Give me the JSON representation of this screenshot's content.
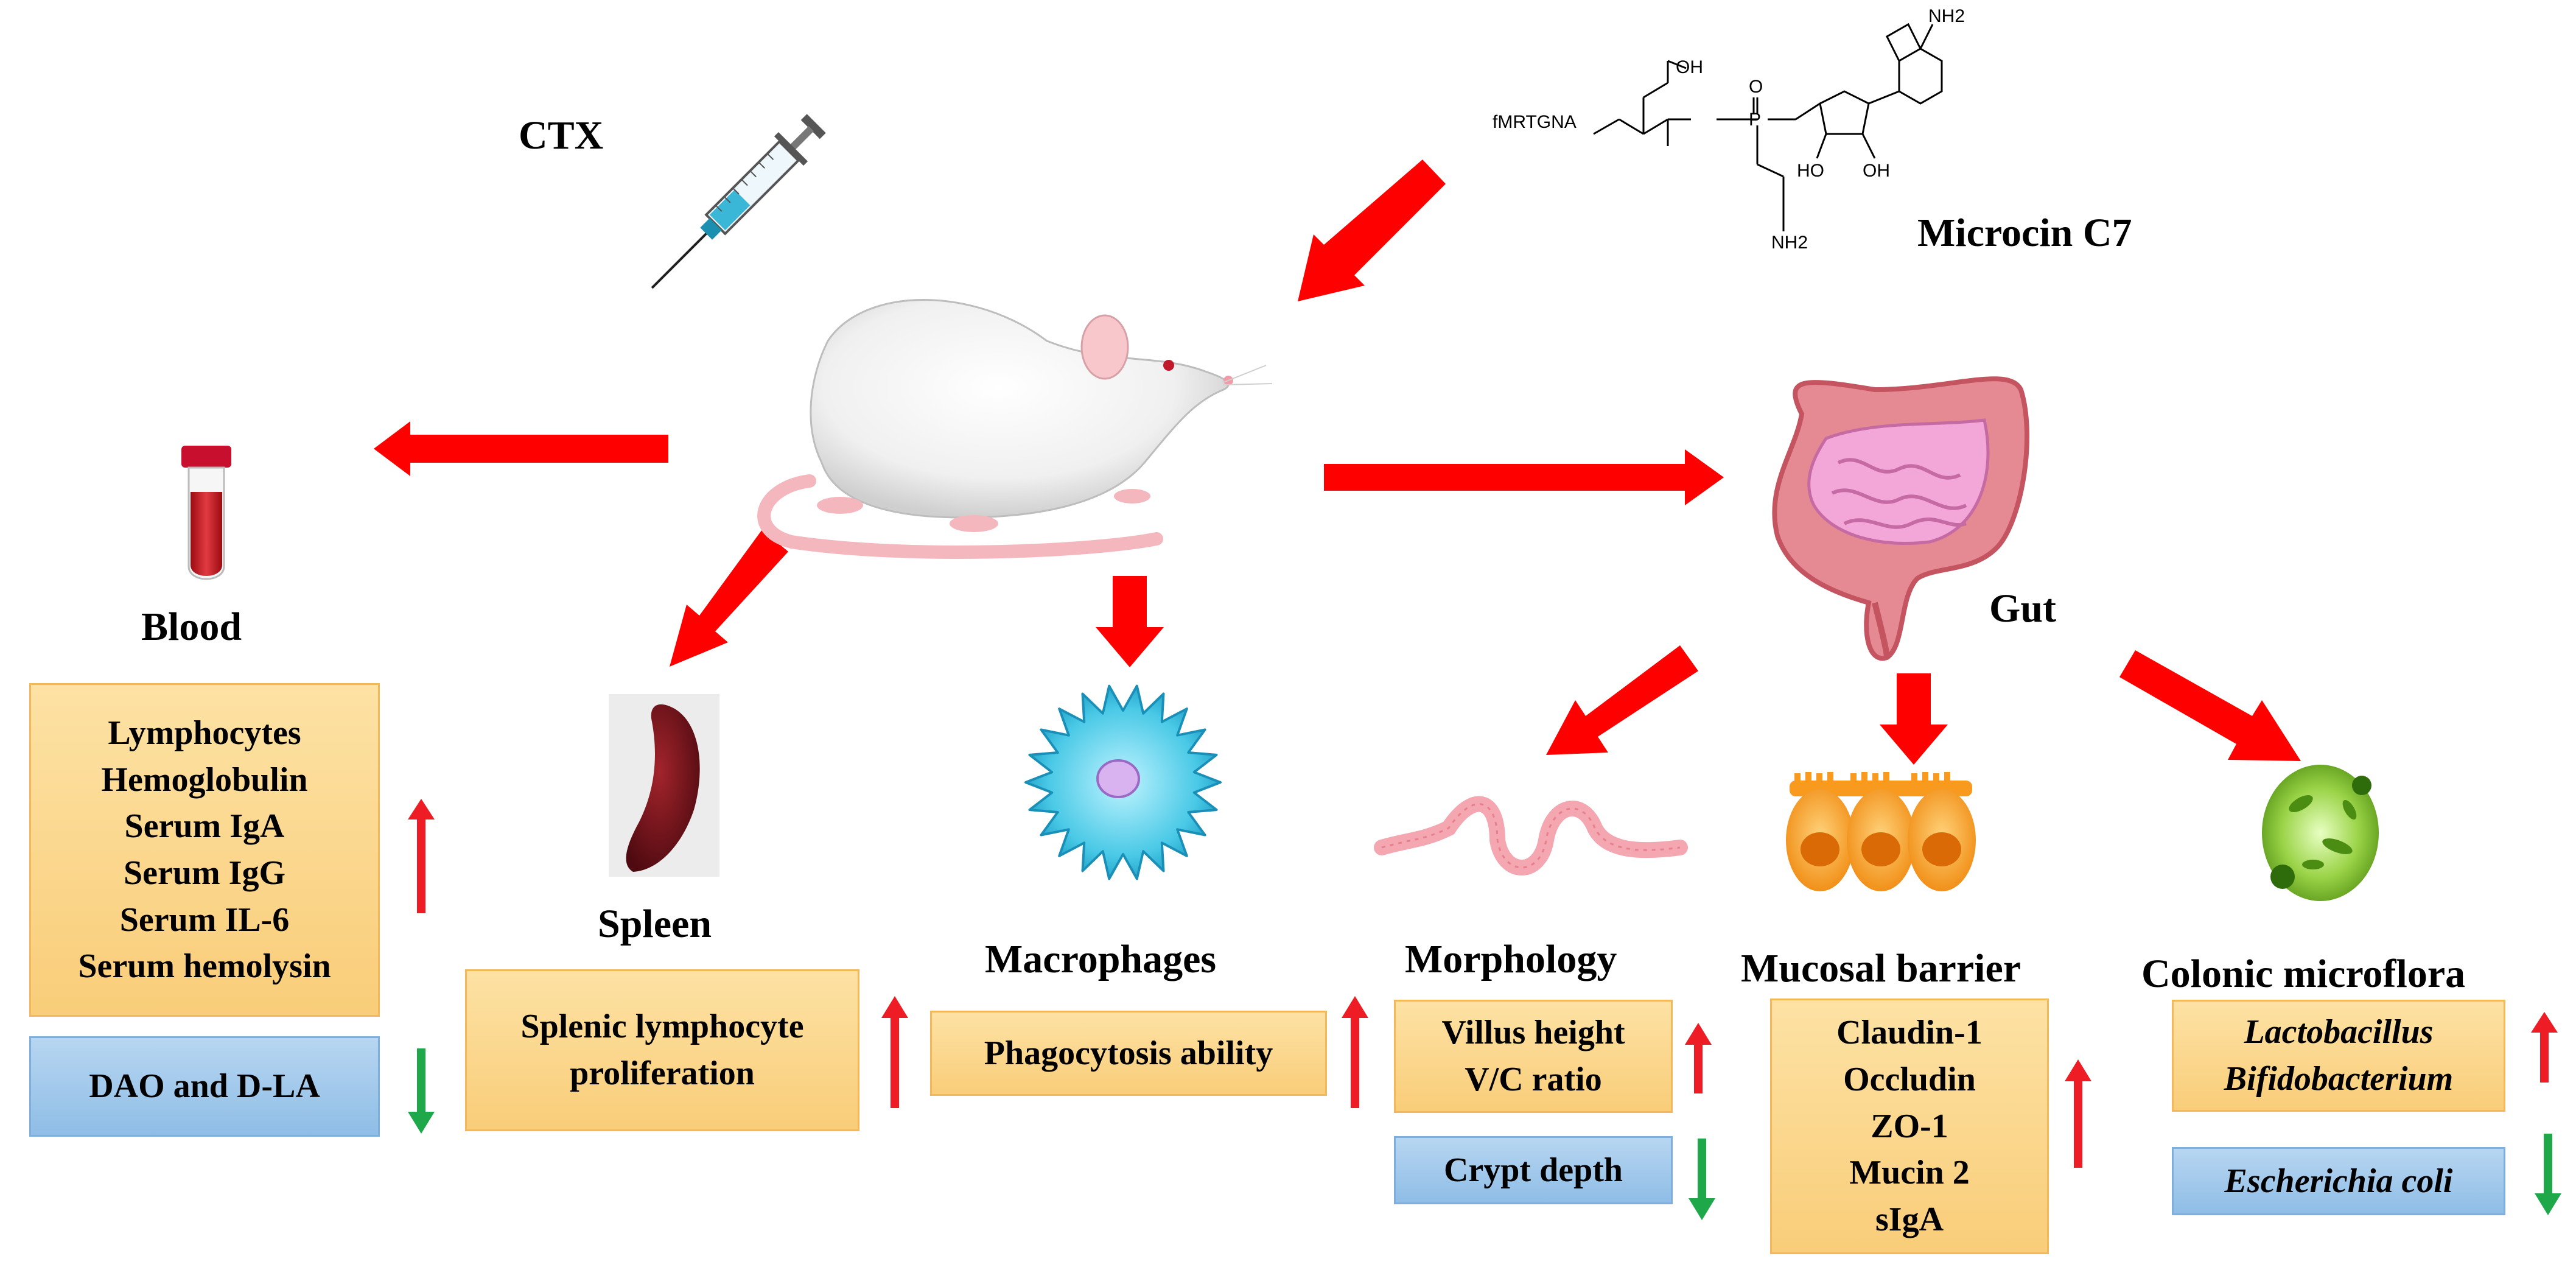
{
  "labels": {
    "ctx": "CTX",
    "microcin": "Microcin C7",
    "blood": "Blood",
    "spleen": "Spleen",
    "macrophages": "Macrophages",
    "gut": "Gut",
    "morphology": "Morphology",
    "mucosal_barrier": "Mucosal barrier",
    "colonic_microflora": "Colonic microflora"
  },
  "chem": {
    "peptide": "fMRTGNA",
    "nh2_top": "NH2",
    "nh2_bottom": "NH2",
    "oh_acid": "OH",
    "oh1": "HO",
    "oh2": "OH",
    "p": "P",
    "o": "O"
  },
  "blood_box": {
    "items": [
      "Lymphocytes",
      "Hemoglobulin",
      "Serum IgA",
      "Serum IgG",
      "Serum IL-6",
      "Serum hemolysin"
    ]
  },
  "blood_down_box": {
    "text": "DAO and D-LA"
  },
  "spleen_box": {
    "items": [
      "Splenic lymphocyte",
      "proliferation"
    ]
  },
  "macrophage_box": {
    "text": "Phagocytosis ability"
  },
  "morphology_box": {
    "items": [
      "Villus height",
      "V/C ratio"
    ]
  },
  "crypt_box": {
    "text": "Crypt depth"
  },
  "barrier_box": {
    "items": [
      "Claudin-1",
      "Occludin",
      "ZO-1",
      "Mucin 2",
      "sIgA"
    ]
  },
  "microflora_box": {
    "items": [
      "Lactobacillus",
      "Bifidobacterium"
    ]
  },
  "ecoli_box": {
    "text": "Escherichia coli"
  },
  "colors": {
    "red_arrow": "#ff0000",
    "up_arrow": "#ee1c24",
    "down_arrow": "#1ea84a",
    "orange_box": "#fad184",
    "blue_box": "#9cc5ea"
  }
}
